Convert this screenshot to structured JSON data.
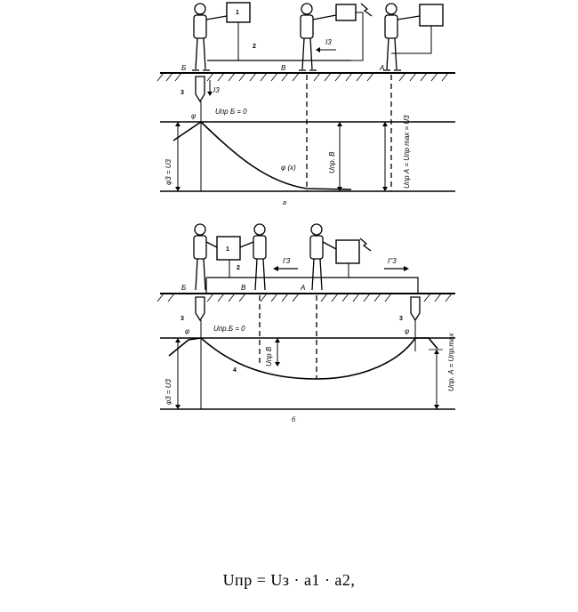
{
  "diagram_top": {
    "labels": {
      "point_b": "Б",
      "point_v": "В",
      "point_a": "А",
      "num_1": "1",
      "num_2": "2",
      "num_3": "3",
      "current_i3_arrow": "I3",
      "current_i3_down": "I3",
      "phi_top": "φ",
      "u_pr_b_zero": "Uпр Б = 0",
      "phi_x": "φ (x)",
      "phi3_eq_u3": "φ3 = U3",
      "u_pr_v": "Uпр. В",
      "u_pr_a": "Uпр А = Uпр max = U3",
      "caption": "а"
    }
  },
  "diagram_bottom": {
    "labels": {
      "point_b": "Б",
      "point_v": "В",
      "point_a": "А",
      "num_1": "1",
      "num_2": "2",
      "num_3_left": "3",
      "num_3_right": "3",
      "num_4": "4",
      "current_i3_prime": "I'3",
      "current_i3_dprime": "I''3",
      "phi_left": "φ",
      "phi_right": "φ",
      "u_pr_b_zero": "Uпр.Б = 0",
      "u_pr_v": "Uпр В",
      "phi3_eq_u3": "φ3 = U3",
      "u_pr_a": "Uпр. А = Uпр.max",
      "caption": "б"
    }
  },
  "formula": "Uпр  =  Uз  ·  a1  ·  a2,"
}
